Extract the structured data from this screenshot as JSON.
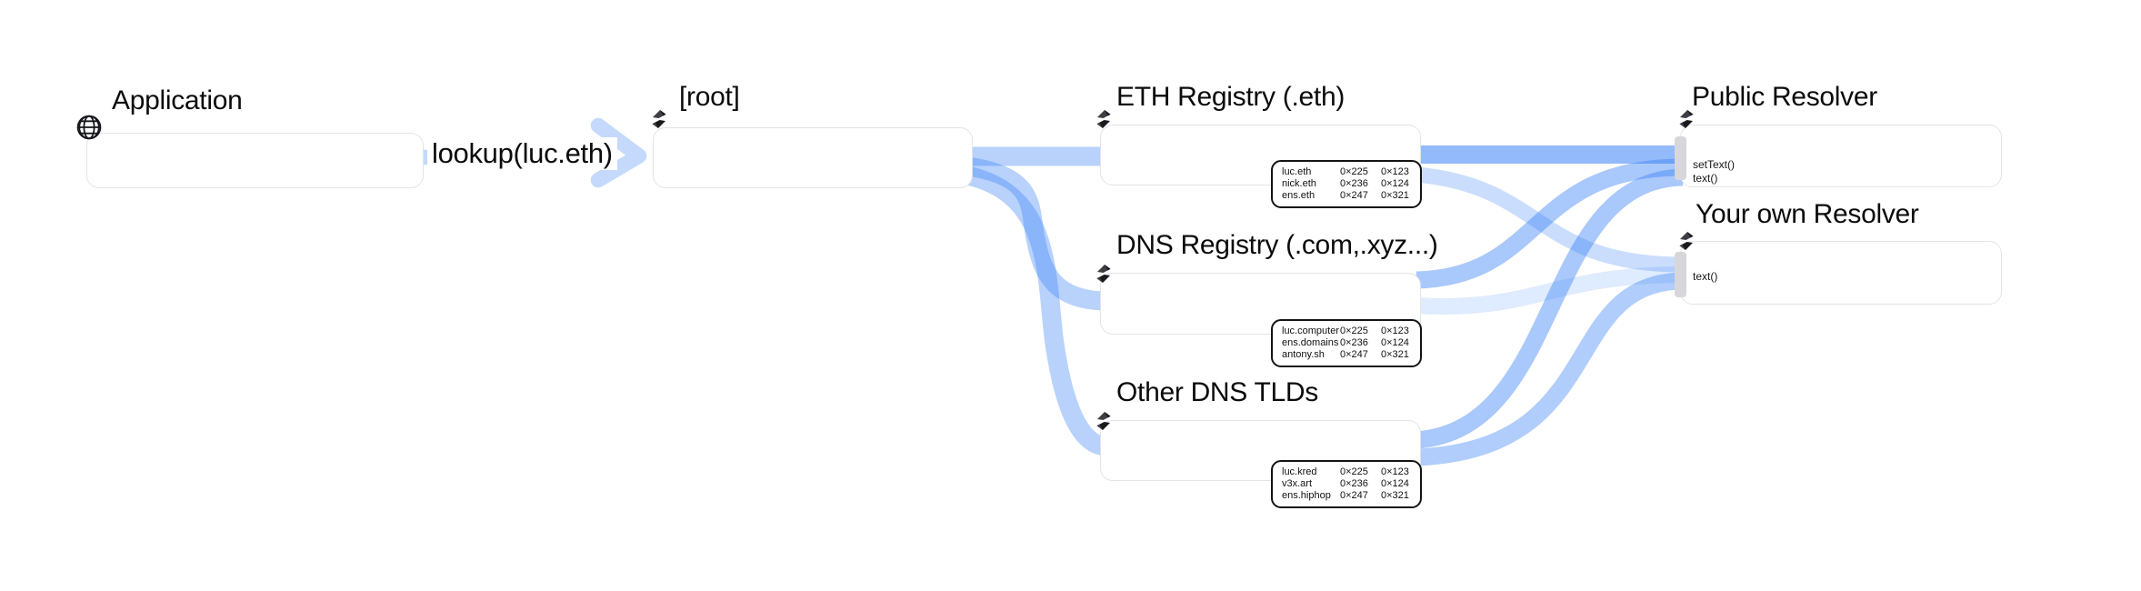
{
  "edge_label": "lookup(luc.eth)",
  "nodes": {
    "application": {
      "label": "Application",
      "icon": "globe-icon"
    },
    "root": {
      "label": "[root]",
      "icon": "ens-icon"
    },
    "eth_registry": {
      "label": "ETH Registry (.eth)",
      "icon": "ens-icon",
      "records": [
        [
          "luc.eth",
          "0×225",
          "0×123"
        ],
        [
          "nick.eth",
          "0×236",
          "0×124"
        ],
        [
          "ens.eth",
          "0×247",
          "0×321"
        ]
      ]
    },
    "dns_registry": {
      "label": "DNS Registry (.com,.xyz...)",
      "icon": "ens-icon",
      "records": [
        [
          "luc.computer",
          "0×225",
          "0×123"
        ],
        [
          "ens.domains",
          "0×236",
          "0×124"
        ],
        [
          "antony.sh",
          "0×247",
          "0×321"
        ]
      ]
    },
    "other_tlds": {
      "label": "Other DNS TLDs",
      "icon": "ens-icon",
      "records": [
        [
          "luc.kred",
          "0×225",
          "0×123"
        ],
        [
          "v3x.art",
          "0×236",
          "0×124"
        ],
        [
          "ens.hiphop",
          "0×247",
          "0×321"
        ]
      ]
    },
    "public_resolver": {
      "label": "Public Resolver",
      "icon": "ens-icon",
      "methods": [
        "setText()",
        "text()"
      ]
    },
    "your_resolver": {
      "label": "Your own Resolver",
      "icon": "ens-icon",
      "methods": [
        "text()"
      ]
    }
  },
  "theme": {
    "ribbon": "#3b82f6",
    "node_border": "#e4e4e7",
    "port": "#d7d7db",
    "table_border": "#141417",
    "text": "#0b0b0c"
  }
}
